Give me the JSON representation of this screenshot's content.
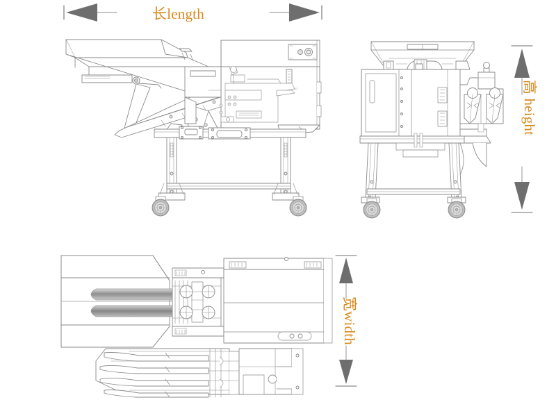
{
  "drawing": {
    "title": "Machine dimension drawing",
    "background_color": "#ffffff",
    "line_color": "#8a8a8a",
    "detail_line_color": "#9a9a9a",
    "arrow_color": "#6e6e6e",
    "label_color": "#d8891f"
  },
  "dimensions": {
    "length": {
      "label": "长length",
      "chinese": "长",
      "english": "length",
      "orientation": "horizontal",
      "arrow_left": "arrow-left-icon",
      "arrow_right": "arrow-right-icon"
    },
    "height": {
      "label": "高 height",
      "chinese": "高",
      "english": "height",
      "orientation": "vertical",
      "arrow_up": "arrow-up-icon",
      "arrow_down": "arrow-down-icon"
    },
    "width": {
      "label": "宽width",
      "chinese": "宽",
      "english": "width",
      "orientation": "vertical",
      "arrow_up": "arrow-up-icon",
      "arrow_down": "arrow-down-icon"
    }
  },
  "views": {
    "side": {
      "name": "side-elevation-view"
    },
    "front": {
      "name": "front-elevation-view"
    },
    "top": {
      "name": "top-plan-view"
    }
  }
}
